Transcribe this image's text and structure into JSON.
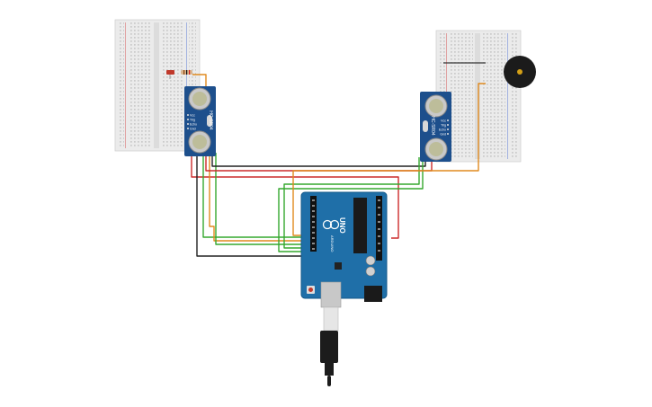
{
  "sensor_left": {
    "model": "HC-SR04",
    "pins": [
      "Vcc",
      "Trig",
      "Echo",
      "Gnd"
    ]
  },
  "sensor_right": {
    "model": "HC-SR04",
    "pins": [
      "Vcc",
      "Trig",
      "Echo",
      "Gnd"
    ]
  },
  "arduino": {
    "name": "UNO",
    "brand": "ARDUINO"
  },
  "colors": {
    "wire_red": "#cc2a2a",
    "wire_black": "#222222",
    "wire_green": "#35a82f",
    "wire_orange": "#e08a1e",
    "board_blue": "#1f6fa8",
    "sensor_blue": "#1d4f8c",
    "breadboard": "#ececec"
  }
}
